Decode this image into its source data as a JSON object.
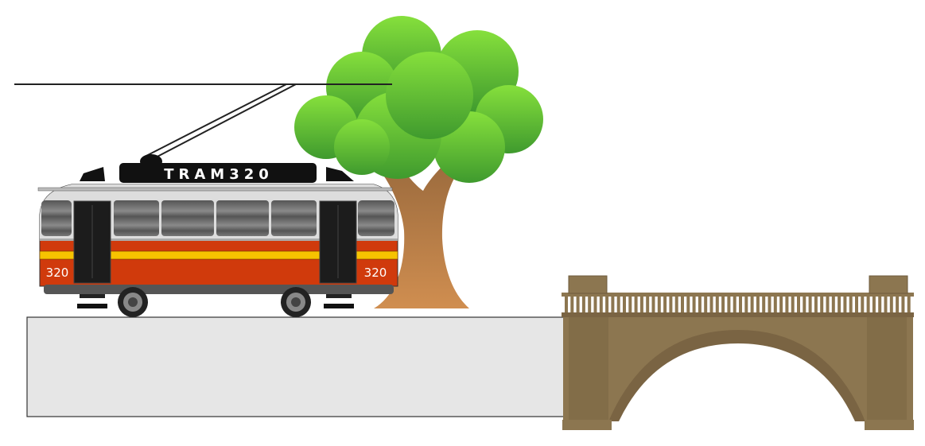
{
  "tram": {
    "sign_text": "TRAM320",
    "number_left": "320",
    "number_right": "320"
  },
  "colors": {
    "tram_red": "#d03a0c",
    "tram_yellow": "#f7c300",
    "tram_grey": "#6e6e6e",
    "tree_green": "#5db339",
    "trunk_brown": "#b87a45",
    "bridge_tan": "#8c7650",
    "platform": "#e6e6e6"
  }
}
